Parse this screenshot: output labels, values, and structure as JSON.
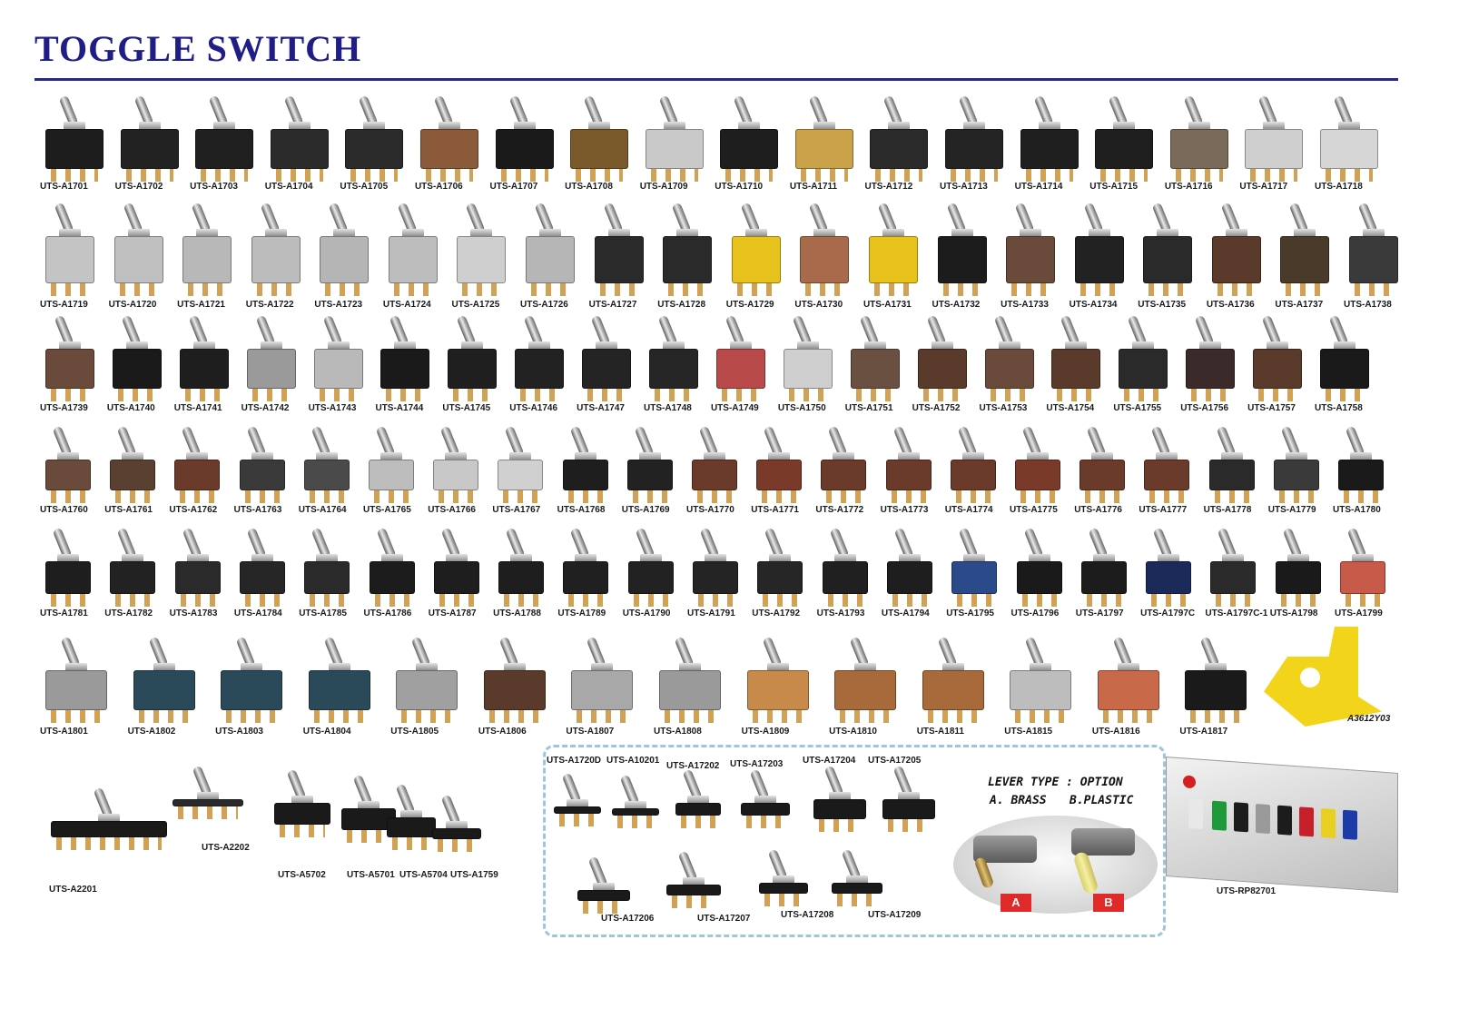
{
  "header": {
    "title": "TOGGLE SWITCH"
  },
  "kit": {
    "lever_title": "LEVER TYPE : OPTION",
    "lever_option_a": "A. BRASS",
    "lever_option_b": "B.PLASTIC",
    "badge_a": "A",
    "badge_b": "B"
  },
  "colors": {
    "title": "#1f1e86",
    "rule": "#27287f",
    "kit_border": "#9cc6dc",
    "badge": "#e02a2a",
    "bracket": "#f2d41a"
  },
  "products": [
    {
      "code": "UTS-A1701",
      "color": "#1d1d1d"
    },
    {
      "code": "UTS-A1702",
      "color": "#222222"
    },
    {
      "code": "UTS-A1703",
      "color": "#202020"
    },
    {
      "code": "UTS-A1704",
      "color": "#2b2b2b"
    },
    {
      "code": "UTS-A1705",
      "color": "#2a2a2a"
    },
    {
      "code": "UTS-A1706",
      "color": "#8b5a3a"
    },
    {
      "code": "UTS-A1707",
      "color": "#1a1a1a"
    },
    {
      "code": "UTS-A1708",
      "color": "#7a5a2a"
    },
    {
      "code": "UTS-A1709",
      "color": "#c9c9c9"
    },
    {
      "code": "UTS-A1710",
      "color": "#1e1e1e"
    },
    {
      "code": "UTS-A1711",
      "color": "#c9a24a"
    },
    {
      "code": "UTS-A1712",
      "color": "#2a2a2a"
    },
    {
      "code": "UTS-A1713",
      "color": "#242424"
    },
    {
      "code": "UTS-A1714",
      "color": "#1f1f1f"
    },
    {
      "code": "UTS-A1715",
      "color": "#1f1f1f"
    },
    {
      "code": "UTS-A1716",
      "color": "#7a6a5a"
    },
    {
      "code": "UTS-A1717",
      "color": "#cfcfcf"
    },
    {
      "code": "UTS-A1718",
      "color": "#d6d6d6"
    },
    {
      "code": "UTS-A1719",
      "color": "#c4c4c4"
    },
    {
      "code": "UTS-A1720",
      "color": "#c0c0c0"
    },
    {
      "code": "UTS-A1721",
      "color": "#b8b8b8"
    },
    {
      "code": "UTS-A1722",
      "color": "#bcbcbc"
    },
    {
      "code": "UTS-A1723",
      "color": "#b5b5b5"
    },
    {
      "code": "UTS-A1724",
      "color": "#bdbdbd"
    },
    {
      "code": "UTS-A1725",
      "color": "#cfcfcf"
    },
    {
      "code": "UTS-A1726",
      "color": "#b6b6b6"
    },
    {
      "code": "UTS-A1727",
      "color": "#2a2a2a"
    },
    {
      "code": "UTS-A1728",
      "color": "#2a2a2a"
    },
    {
      "code": "UTS-A1729",
      "color": "#e8c21c"
    },
    {
      "code": "UTS-A1730",
      "color": "#a86a4a"
    },
    {
      "code": "UTS-A1731",
      "color": "#e8c21c"
    },
    {
      "code": "UTS-A1732",
      "color": "#1c1c1c"
    },
    {
      "code": "UTS-A1733",
      "color": "#6a4a3a"
    },
    {
      "code": "UTS-A1734",
      "color": "#222222"
    },
    {
      "code": "UTS-A1735",
      "color": "#2a2a2a"
    },
    {
      "code": "UTS-A1736",
      "color": "#5a3a2a"
    },
    {
      "code": "UTS-A1737",
      "color": "#4a3a2a"
    },
    {
      "code": "UTS-A1738",
      "color": "#3a3a3a"
    },
    {
      "code": "UTS-A1739",
      "color": "#6a4a3a"
    },
    {
      "code": "UTS-A1740",
      "color": "#1a1a1a"
    },
    {
      "code": "UTS-A1741",
      "color": "#1e1e1e"
    },
    {
      "code": "UTS-A1742",
      "color": "#9a9a9a"
    },
    {
      "code": "UTS-A1743",
      "color": "#b9b9b9"
    },
    {
      "code": "UTS-A1744",
      "color": "#1a1a1a"
    },
    {
      "code": "UTS-A1745",
      "color": "#1f1f1f"
    },
    {
      "code": "UTS-A1746",
      "color": "#222222"
    },
    {
      "code": "UTS-A1747",
      "color": "#242424"
    },
    {
      "code": "UTS-A1748",
      "color": "#262626"
    },
    {
      "code": "UTS-A1749",
      "color": "#b94a4a"
    },
    {
      "code": "UTS-A1750",
      "color": "#cfcfcf"
    },
    {
      "code": "UTS-A1751",
      "color": "#6a5040"
    },
    {
      "code": "UTS-A1752",
      "color": "#5a3a2a"
    },
    {
      "code": "UTS-A1753",
      "color": "#6a4a3a"
    },
    {
      "code": "UTS-A1754",
      "color": "#5a3a2a"
    },
    {
      "code": "UTS-A1755",
      "color": "#2a2a2a"
    },
    {
      "code": "UTS-A1756",
      "color": "#3a2a2a"
    },
    {
      "code": "UTS-A1757",
      "color": "#5a3a2a"
    },
    {
      "code": "UTS-A1758",
      "color": "#1a1a1a"
    },
    {
      "code": "UTS-A1760",
      "color": "#6a4a3a"
    },
    {
      "code": "UTS-A1761",
      "color": "#5a4030"
    },
    {
      "code": "UTS-A1762",
      "color": "#6a3a2a"
    },
    {
      "code": "UTS-A1763",
      "color": "#3a3a3a"
    },
    {
      "code": "UTS-A1764",
      "color": "#4a4a4a"
    },
    {
      "code": "UTS-A1765",
      "color": "#bdbdbd"
    },
    {
      "code": "UTS-A1766",
      "color": "#c8c8c8"
    },
    {
      "code": "UTS-A1767",
      "color": "#d0d0d0"
    },
    {
      "code": "UTS-A1768",
      "color": "#1e1e1e"
    },
    {
      "code": "UTS-A1769",
      "color": "#222222"
    },
    {
      "code": "UTS-A1770",
      "color": "#6a3a2a"
    },
    {
      "code": "UTS-A1771",
      "color": "#7a3a2a"
    },
    {
      "code": "UTS-A1772",
      "color": "#6a3a2a"
    },
    {
      "code": "UTS-A1773",
      "color": "#6a3a2a"
    },
    {
      "code": "UTS-A1774",
      "color": "#6a3a2a"
    },
    {
      "code": "UTS-A1775",
      "color": "#7a3a2a"
    },
    {
      "code": "UTS-A1776",
      "color": "#6a3a2a"
    },
    {
      "code": "UTS-A1777",
      "color": "#6a3a2a"
    },
    {
      "code": "UTS-A1778",
      "color": "#2a2a2a"
    },
    {
      "code": "UTS-A1779",
      "color": "#3a3a3a"
    },
    {
      "code": "UTS-A1780",
      "color": "#1a1a1a"
    },
    {
      "code": "UTS-A1781",
      "color": "#1e1e1e"
    },
    {
      "code": "UTS-A1782",
      "color": "#222222"
    },
    {
      "code": "UTS-A1783",
      "color": "#2a2a2a"
    },
    {
      "code": "UTS-A1784",
      "color": "#262626"
    },
    {
      "code": "UTS-A1785",
      "color": "#2a2a2a"
    },
    {
      "code": "UTS-A1786",
      "color": "#1c1c1c"
    },
    {
      "code": "UTS-A1787",
      "color": "#1e1e1e"
    },
    {
      "code": "UTS-A1788",
      "color": "#1e1e1e"
    },
    {
      "code": "UTS-A1789",
      "color": "#202020"
    },
    {
      "code": "UTS-A1790",
      "color": "#222222"
    },
    {
      "code": "UTS-A1791",
      "color": "#242424"
    },
    {
      "code": "UTS-A1792",
      "color": "#262626"
    },
    {
      "code": "UTS-A1793",
      "color": "#202020"
    },
    {
      "code": "UTS-A1794",
      "color": "#1e1e1e"
    },
    {
      "code": "UTS-A1795",
      "color": "#2a4a8a"
    },
    {
      "code": "UTS-A1796",
      "color": "#1a1a1a"
    },
    {
      "code": "UTS-A1797",
      "color": "#1c1c1c"
    },
    {
      "code": "UTS-A1797C",
      "color": "#1c2a5a"
    },
    {
      "code": "UTS-A1797C-1",
      "color": "#2a2a2a"
    },
    {
      "code": "UTS-A1798",
      "color": "#1a1a1a"
    },
    {
      "code": "UTS-A1799",
      "color": "#c85a4a"
    },
    {
      "code": "UTS-A1801",
      "color": "#9a9a9a"
    },
    {
      "code": "UTS-A1802",
      "color": "#2a4a5a"
    },
    {
      "code": "UTS-A1803",
      "color": "#2a4a5a"
    },
    {
      "code": "UTS-A1804",
      "color": "#2a4a5a"
    },
    {
      "code": "UTS-A1805",
      "color": "#a0a0a0"
    },
    {
      "code": "UTS-A1806",
      "color": "#5a3a2a"
    },
    {
      "code": "UTS-A1807",
      "color": "#a8a8a8"
    },
    {
      "code": "UTS-A1808",
      "color": "#9a9a9a"
    },
    {
      "code": "UTS-A1809",
      "color": "#c88a4a"
    },
    {
      "code": "UTS-A1810",
      "color": "#a86a3a"
    },
    {
      "code": "UTS-A1811",
      "color": "#a86a3a"
    },
    {
      "code": "UTS-A1815",
      "color": "#bdbdbd"
    },
    {
      "code": "UTS-A1816",
      "color": "#c86a4a"
    },
    {
      "code": "UTS-A1817",
      "color": "#1a1a1a"
    },
    {
      "code": "A3612Y03",
      "color": "#f2d41a"
    },
    {
      "code": "UTS-A2201",
      "color": "#1a1a1a"
    },
    {
      "code": "UTS-A2202",
      "color": "#2a2a2a"
    },
    {
      "code": "UTS-A5702",
      "color": "#1a1a1a"
    },
    {
      "code": "UTS-A5701",
      "color": "#1a1a1a"
    },
    {
      "code": "UTS-A5704",
      "color": "#1a1a1a"
    },
    {
      "code": "UTS-A1759",
      "color": "#1a1a1a"
    },
    {
      "code": "UTS-A1720D",
      "color": "#1a1a1a"
    },
    {
      "code": "UTS-A10201",
      "color": "#1a1a1a"
    },
    {
      "code": "UTS-A17202",
      "color": "#1a1a1a"
    },
    {
      "code": "UTS-A17203",
      "color": "#1a1a1a"
    },
    {
      "code": "UTS-A17204",
      "color": "#1a1a1a"
    },
    {
      "code": "UTS-A17205",
      "color": "#1a1a1a"
    },
    {
      "code": "UTS-A17206",
      "color": "#1a1a1a"
    },
    {
      "code": "UTS-A17207",
      "color": "#1a1a1a"
    },
    {
      "code": "UTS-A17208",
      "color": "#1a1a1a"
    },
    {
      "code": "UTS-A17209",
      "color": "#1a1a1a"
    },
    {
      "code": "UTS-RP82701",
      "color": "#c8c8c8"
    }
  ]
}
